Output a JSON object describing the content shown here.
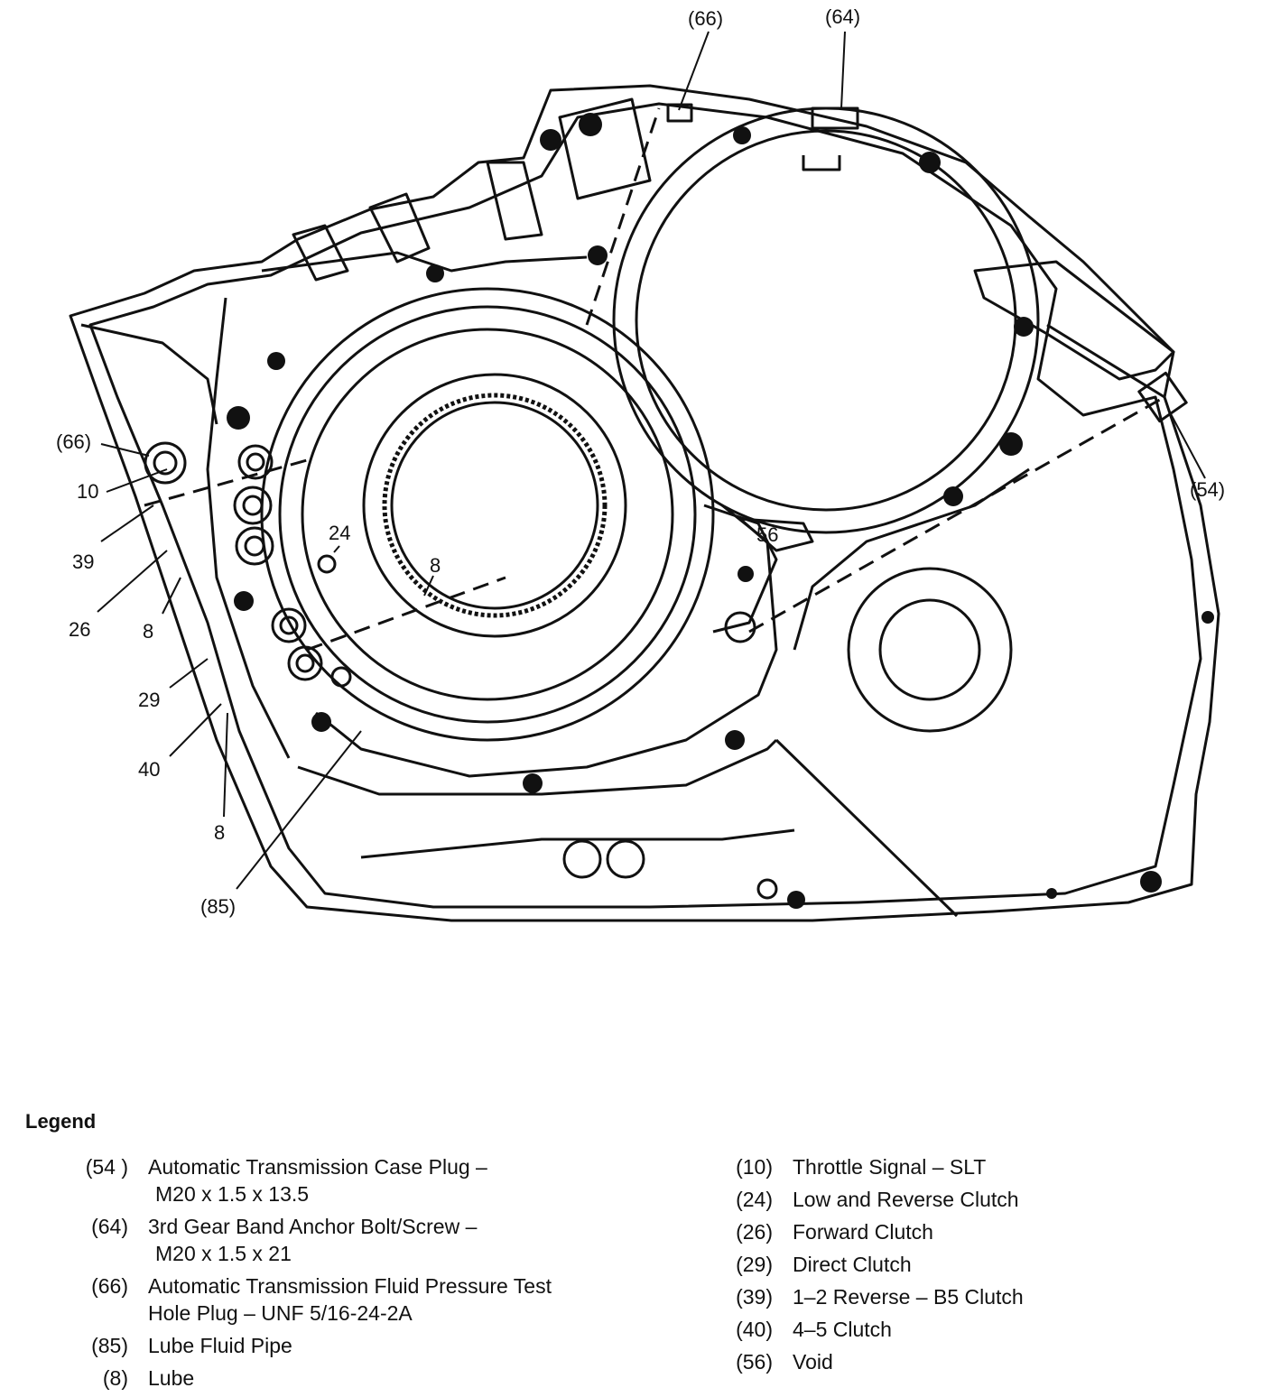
{
  "callouts": {
    "c66_top": "(66)",
    "c64_top": "(64)",
    "c66_left": "(66)",
    "c10": "10",
    "c39": "39",
    "c26": "26",
    "c8_a": "8",
    "c29": "29",
    "c40": "40",
    "c8_b": "8",
    "c85": "(85)",
    "c24": "24",
    "c8_center": "8",
    "c56": "56",
    "c54": "(54)"
  },
  "legend": {
    "title": "Legend",
    "left": [
      {
        "code": "(54 )",
        "line1": "Automatic Transmission Case Plug –",
        "line2": "M20 x 1.5 x 13.5"
      },
      {
        "code": "(64)",
        "line1": "3rd Gear Band Anchor Bolt/Screw –",
        "line2": "M20 x 1.5 x 21"
      },
      {
        "code": "(66)",
        "line1": "Automatic Transmission Fluid Pressure Test",
        "line2": "Hole Plug – UNF 5/16-24-2A"
      },
      {
        "code": "(85)",
        "line1": "Lube Fluid Pipe",
        "line2": ""
      },
      {
        "code": "(8)",
        "line1": "Lube",
        "line2": ""
      }
    ],
    "right": [
      {
        "code": "(10)",
        "line1": "Throttle Signal – SLT"
      },
      {
        "code": "(24)",
        "line1": "Low and Reverse Clutch"
      },
      {
        "code": "(26)",
        "line1": "Forward Clutch"
      },
      {
        "code": "(29)",
        "line1": "Direct Clutch"
      },
      {
        "code": "(39)",
        "line1": "1–2 Reverse – B5 Clutch"
      },
      {
        "code": "(40)",
        "line1": "4–5 Clutch"
      },
      {
        "code": "(56)",
        "line1": "Void"
      }
    ]
  }
}
